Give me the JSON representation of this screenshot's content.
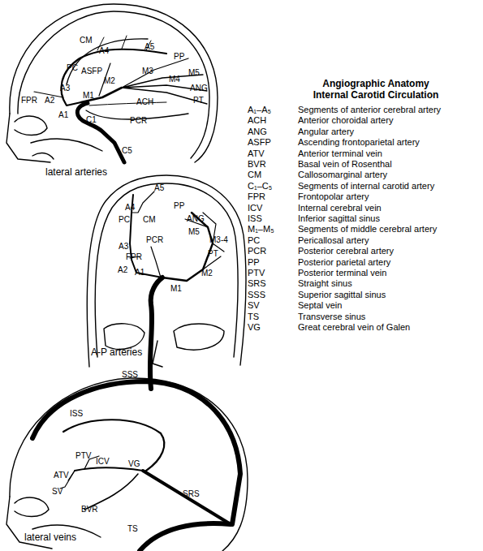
{
  "diagram": {
    "title": "Angiographic Anatomy Internal Carotid Circulation",
    "labels": [
      "CM",
      "A5",
      "PP",
      "A4",
      "PC",
      "ASFP",
      "M3",
      "M4",
      "M5",
      "ANG",
      "PT",
      "FPR",
      "A3",
      "M2",
      "ACH",
      "A2",
      "M1",
      "A1",
      "C1",
      "PCR",
      "C5",
      "lateral arteries",
      "A5",
      "A4",
      "PC",
      "CM",
      "PP",
      "ANG",
      "M5",
      "A3",
      "PCR",
      "M3-4",
      "FPR",
      "PT",
      "A2",
      "A1",
      "M2",
      "M1",
      "A-P arteries",
      "SSS",
      "ISS",
      "PTV",
      "ATV",
      "ICV",
      "VG",
      "SV",
      "SRS",
      "BVR",
      "TS",
      "lateral veins",
      "A₁–A₅",
      "Segments of anterior cerebral artery",
      "ACH",
      "Anterior choroidal artery",
      "ANG",
      "Angular artery",
      "ASFP",
      "Ascending frontoparietal artery",
      "ATV",
      "Anterior terminal vein",
      "BVR",
      "Basal vein of Rosenthal",
      "CM",
      "Callosomarginal artery",
      "C₁–C₅",
      "Segments of internal carotid artery",
      "FPR",
      "Frontopolar artery",
      "ICV",
      "Internal cerebral vein",
      "ISS",
      "Inferior sagittal sinus",
      "M₁–M₅",
      "Segments of middle cerebral artery",
      "PC",
      "Pericallosal artery",
      "PCR",
      "Posterior cerebral artery",
      "PP",
      "Posterior parietal artery",
      "PTV",
      "Posterior terminal vein",
      "SRS",
      "Straight sinus",
      "SSS",
      "Superior sagittal sinus",
      "SV",
      "Septal vein",
      "TS",
      "Transverse sinus",
      "VG",
      "Great cerebral vein of Galen"
    ]
  }
}
